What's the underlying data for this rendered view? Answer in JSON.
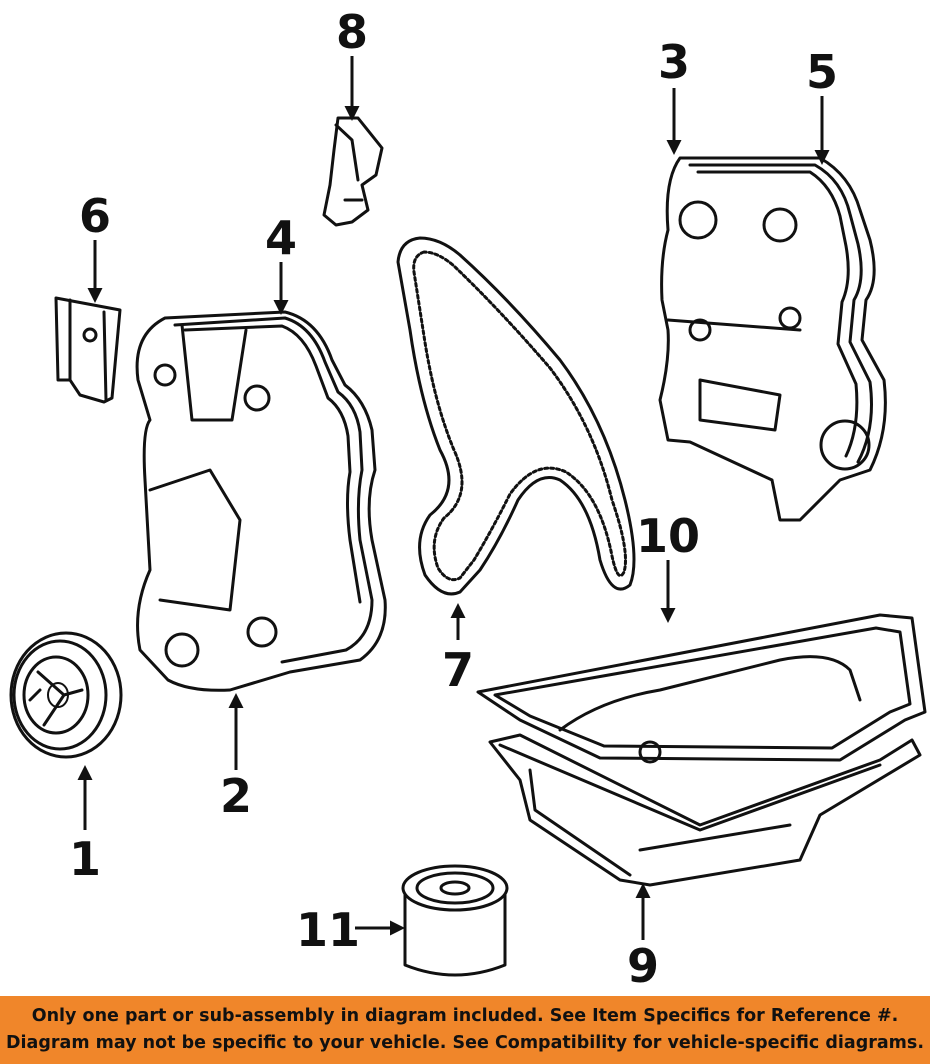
{
  "diagram": {
    "callouts": [
      "1",
      "2",
      "3",
      "4",
      "5",
      "6",
      "7",
      "8",
      "9",
      "10",
      "11"
    ],
    "colors": {
      "line": "#111111",
      "banner": "#f0862a"
    }
  },
  "banner": {
    "line1": "Only one part or sub-assembly in diagram included. See Item Specifics for Reference #.",
    "line2": "Diagram may not be specific to your vehicle. See Compatibility for vehicle-specific diagrams."
  }
}
